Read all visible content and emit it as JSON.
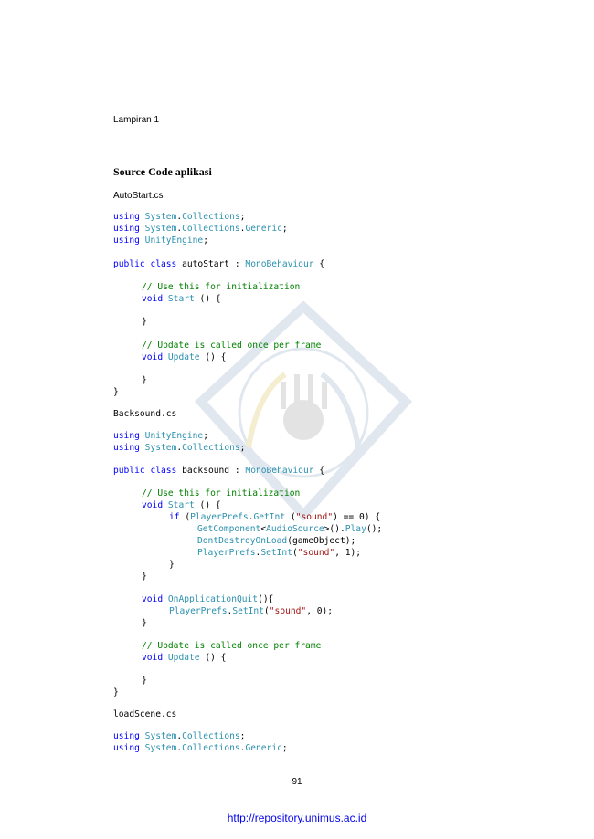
{
  "header": {
    "appendix_label": "Lampiran 1"
  },
  "section": {
    "title": "Source Code aplikasi"
  },
  "files": [
    {
      "name": "AutoStart.cs"
    },
    {
      "name": "Backsound.cs"
    },
    {
      "name": "loadScene.cs"
    }
  ],
  "code": {
    "autostart": [
      "using System.Collections;",
      "using System.Collections.Generic;",
      "using UnityEngine;",
      "public class autoStart : MonoBehaviour {",
      "// Use this for initialization",
      "void Start () {",
      "}",
      "// Update is called once per frame",
      "void Update () {",
      "}",
      "}"
    ],
    "backsound": [
      "using UnityEngine;",
      "using System.Collections;",
      "public class backsound : MonoBehaviour {",
      "// Use this for initialization",
      "void Start () {",
      "if (PlayerPrefs.GetInt (\"sound\") == 0) {",
      "GetComponent<AudioSource>().Play();",
      "DontDestroyOnLoad(gameObject);",
      "PlayerPrefs.SetInt(\"sound\", 1);",
      "}",
      "}",
      "void OnApplicationQuit(){",
      "PlayerPrefs.SetInt(\"sound\", 0);",
      "}",
      "// Update is called once per frame",
      "void Update () {",
      "}",
      "}"
    ],
    "loadscene": [
      "using System.Collections;",
      "using System.Collections.Generic;"
    ]
  },
  "footer": {
    "page_number": "91",
    "url": "http://repository.unimus.ac.id"
  },
  "colors": {
    "keyword": "#0000ff",
    "type": "#2b91af",
    "comment": "#008000",
    "string": "#a31515",
    "link": "#0000ee"
  }
}
